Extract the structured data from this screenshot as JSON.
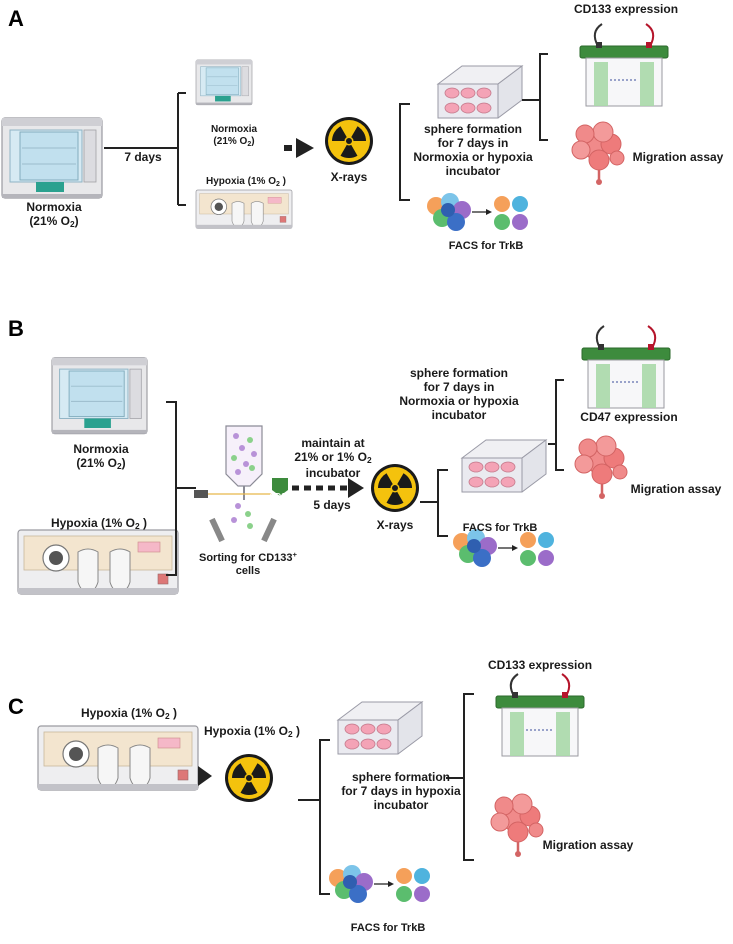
{
  "panels": {
    "A": {
      "letter": "A",
      "normoxia_big": {
        "line1": "Normoxia",
        "line2_pre": "(21% O",
        "line2_sub": "2",
        "line2_post": ")"
      },
      "days": "7 days",
      "normoxia_small": {
        "line1": "Normoxia",
        "line2_pre": "(21% O",
        "line2_sub": "2",
        "line2_post": ")"
      },
      "hypoxia_small": {
        "pre": "Hypoxia (1% O",
        "sub": "2",
        "post": " )"
      },
      "xrays": "X-rays",
      "sphere": [
        "sphere formation",
        "for 7 days in",
        "Normoxia or hypoxia",
        "incubator"
      ],
      "facs": "FACS for TrkB",
      "expression": "CD133 expression",
      "migration": "Migration assay"
    },
    "B": {
      "letter": "B",
      "normoxia": {
        "line1": "Normoxia",
        "line2_pre": "(21% O",
        "line2_sub": "2",
        "line2_post": ")"
      },
      "hypoxia": {
        "pre": "Hypoxia (1% O",
        "sub": "2",
        "post": " )"
      },
      "sorting": {
        "line1_pre": "Sorting for CD133",
        "line1_sup": "+",
        "line2": "cells"
      },
      "tag": "CD133",
      "maintain": {
        "line1": "maintain at",
        "line2_pre": "21% or 1% O",
        "line2_sub": "2",
        "line3": "incubator"
      },
      "days": "5 days",
      "xrays": "X-rays",
      "sphere": [
        "sphere formation",
        "for 7 days in",
        "Normoxia or hypoxia",
        "incubator"
      ],
      "facs": "FACS for TrkB",
      "expression": "CD47 expression",
      "migration": "Migration assay"
    },
    "C": {
      "letter": "C",
      "hypoxia1": {
        "pre": "Hypoxia (1% O",
        "sub": "2",
        "post": " )"
      },
      "hypoxia2": {
        "pre": "Hypoxia (1% O",
        "sub": "2",
        "post": " )"
      },
      "sphere": [
        "sphere formation",
        "for 7 days in hypoxia",
        "incubator"
      ],
      "facs": "FACS for TrkB",
      "expression": "CD133 expression",
      "migration": "Migration assay"
    }
  },
  "colors": {
    "incubator_green": "#2aa18f",
    "gel_green": "#3d8b3d",
    "migration_pink": "#e86a6a",
    "radiation_yellow": "#f4c20d"
  }
}
